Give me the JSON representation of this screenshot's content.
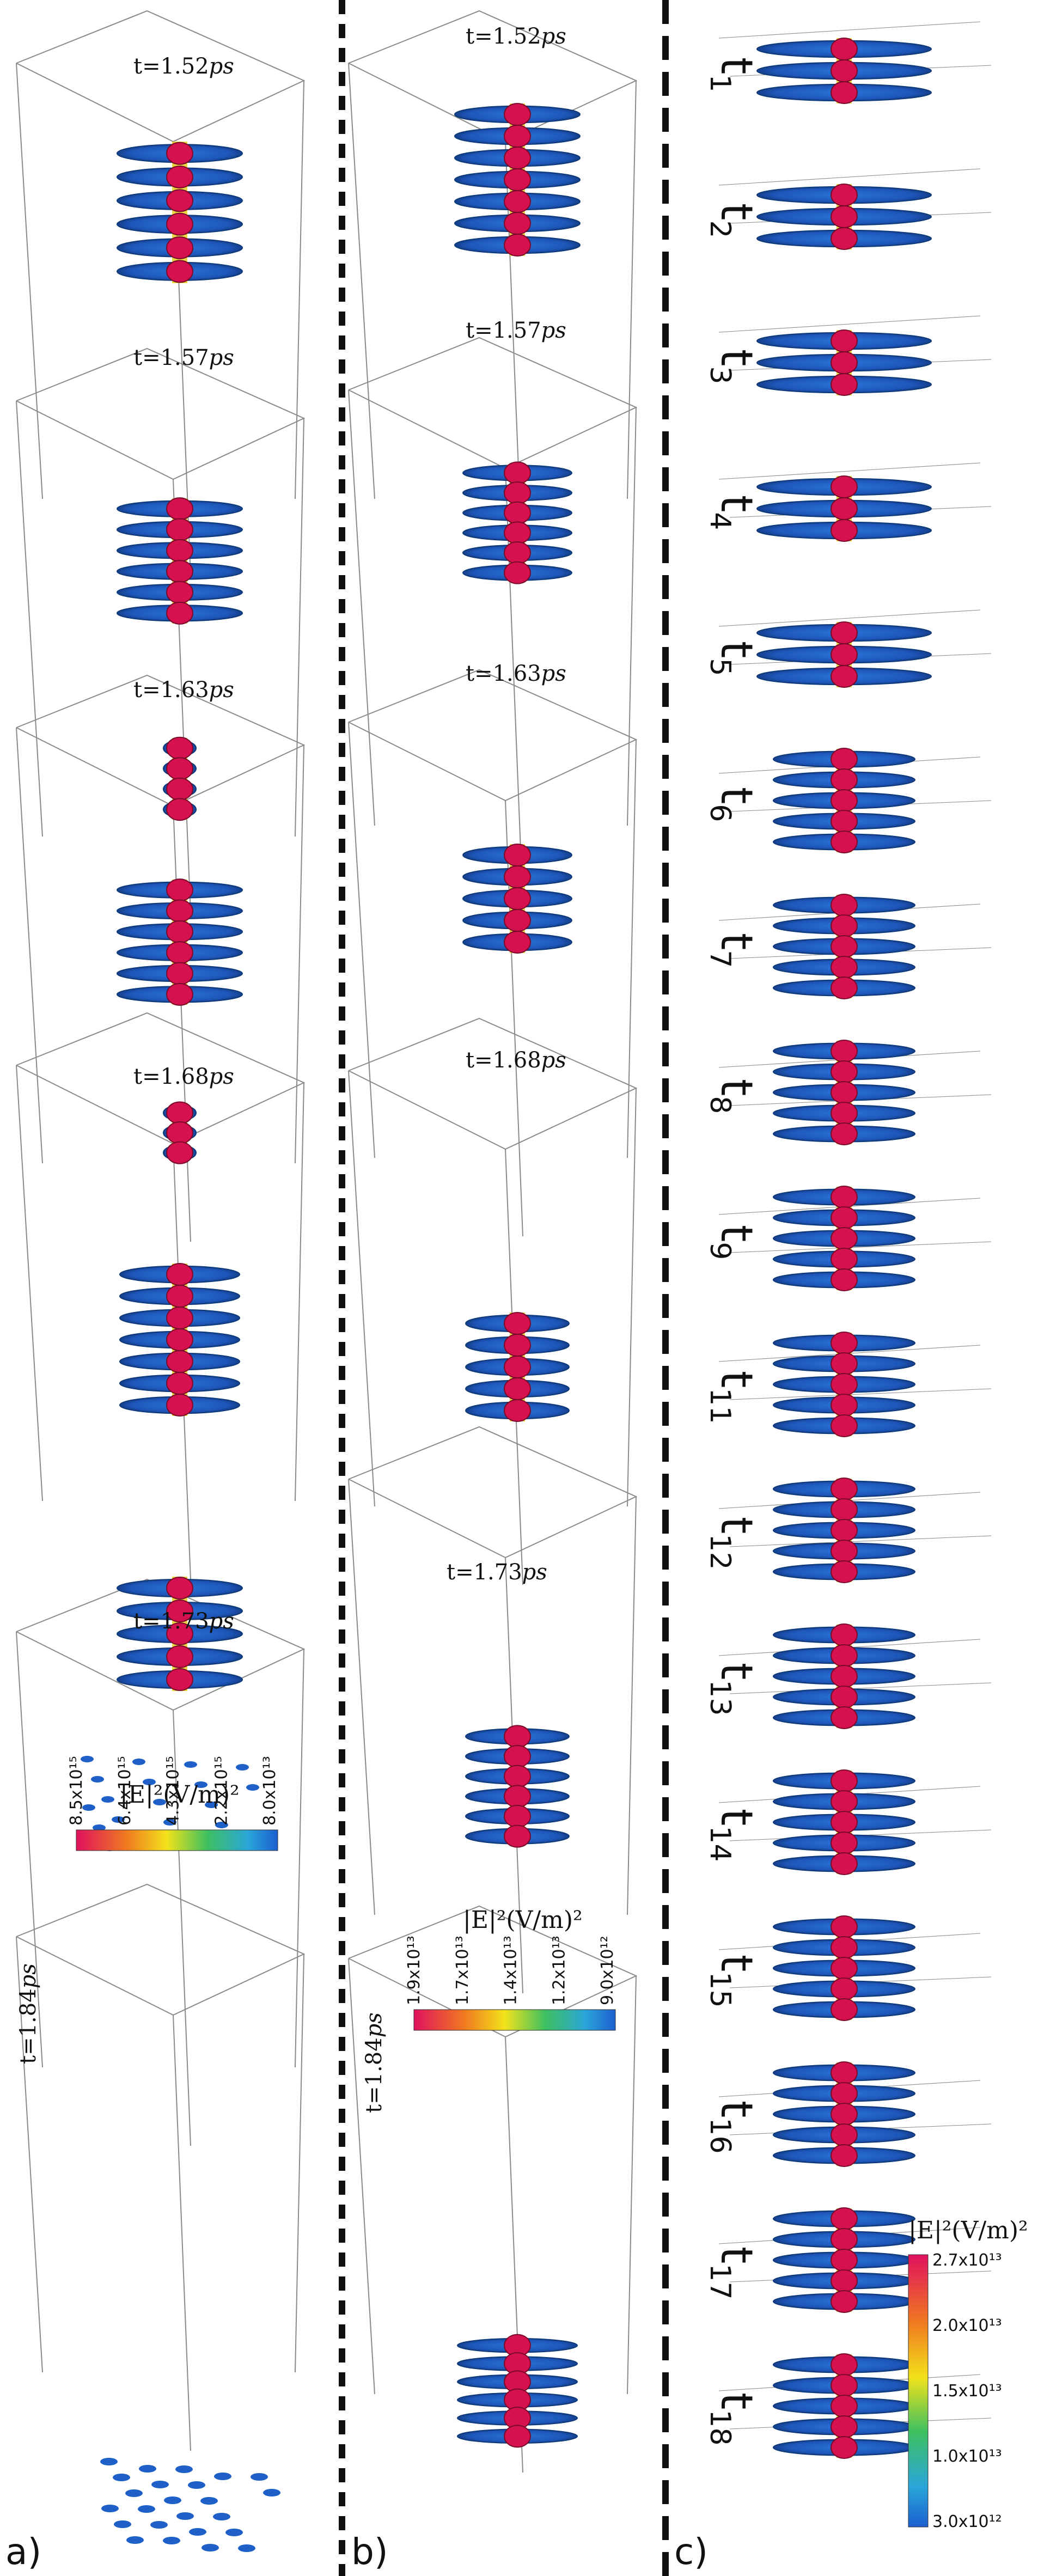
{
  "panels": [
    {
      "label": "a)",
      "times": [
        "1.52",
        "1.57",
        "1.63",
        "1.68",
        "1.73",
        "1.84"
      ]
    },
    {
      "label": "b)",
      "times": [
        "1.52",
        "1.57",
        "1.63",
        "1.68",
        "1.73",
        "1.84"
      ]
    },
    {
      "label": "c)",
      "steps": [
        "1",
        "2",
        "3",
        "4",
        "5",
        "6",
        "7",
        "8",
        "9",
        "11",
        "12",
        "13",
        "14",
        "15",
        "16",
        "17",
        "18"
      ]
    }
  ],
  "time_prefix": "t=",
  "time_unit": "ps",
  "colorbar_a": {
    "title": "|E|²(V/m)²",
    "ticks": [
      "8.5x10¹⁵",
      "6.4x10¹⁵",
      "4.3x10¹⁵",
      "2.2x10¹⁵",
      "8.0x10¹³"
    ]
  },
  "colorbar_b": {
    "title": "|E|²(V/m)²",
    "ticks": [
      "1.9x10¹³",
      "1.7x10¹³",
      "1.4x10¹³",
      "1.2x10¹³",
      "9.0x10¹²"
    ]
  },
  "colorbar_c": {
    "title": "|E|²(V/m)²",
    "ticks": [
      "2.7x10¹³",
      "2.0x10¹³",
      "1.5x10¹³",
      "1.0x10¹³",
      "3.0x10¹²"
    ]
  },
  "colors": {
    "blob_blue": "#1f5fc8",
    "blob_red": "#d6114f",
    "blob_yellow": "#e8d020",
    "blob_green": "#33b060",
    "grid": "#8a8a8a",
    "divider": "#111111"
  }
}
